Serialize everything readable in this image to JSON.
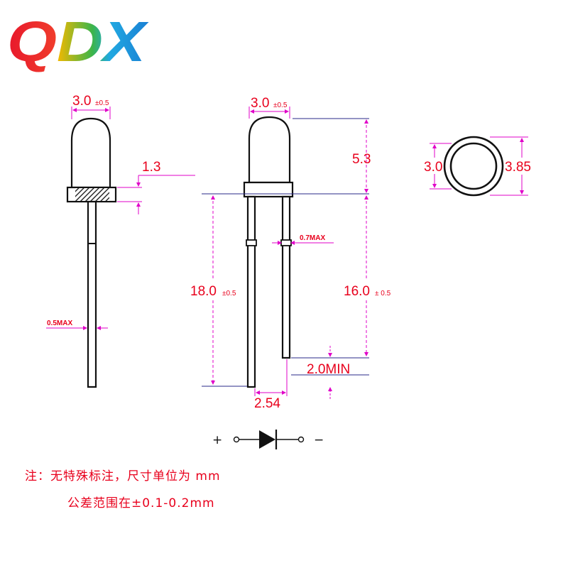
{
  "logo": {
    "text": "QDX"
  },
  "side_view": {
    "width": {
      "value": "3.0",
      "tol": "±0.5"
    },
    "flange": {
      "value": "1.3"
    },
    "lead": {
      "value": "0.5MAX"
    }
  },
  "front_view": {
    "width": {
      "value": "3.0",
      "tol": "±0.5"
    },
    "height": {
      "value": "5.3"
    },
    "lead_width": {
      "value": "0.7MAX"
    },
    "long_lead": {
      "value": "18.0",
      "tol": "±0.5"
    },
    "short_lead": {
      "value": "16.0",
      "tol": "± 0.5"
    },
    "diff": {
      "value": "2.0MIN"
    },
    "pitch": {
      "value": "2.54"
    }
  },
  "top_view": {
    "inner": {
      "value": "3.0"
    },
    "outer": {
      "value": "3.85"
    }
  },
  "symbol": {
    "plus": "+",
    "minus": "−"
  },
  "notes": {
    "line1": "注：无特殊标注，尺寸单位为 mm",
    "line2": "公差范围在±0.1-0.2mm"
  },
  "colors": {
    "dimension_text": "#e8001c",
    "dimension_line": "#e000c8",
    "outline": "#111111"
  }
}
